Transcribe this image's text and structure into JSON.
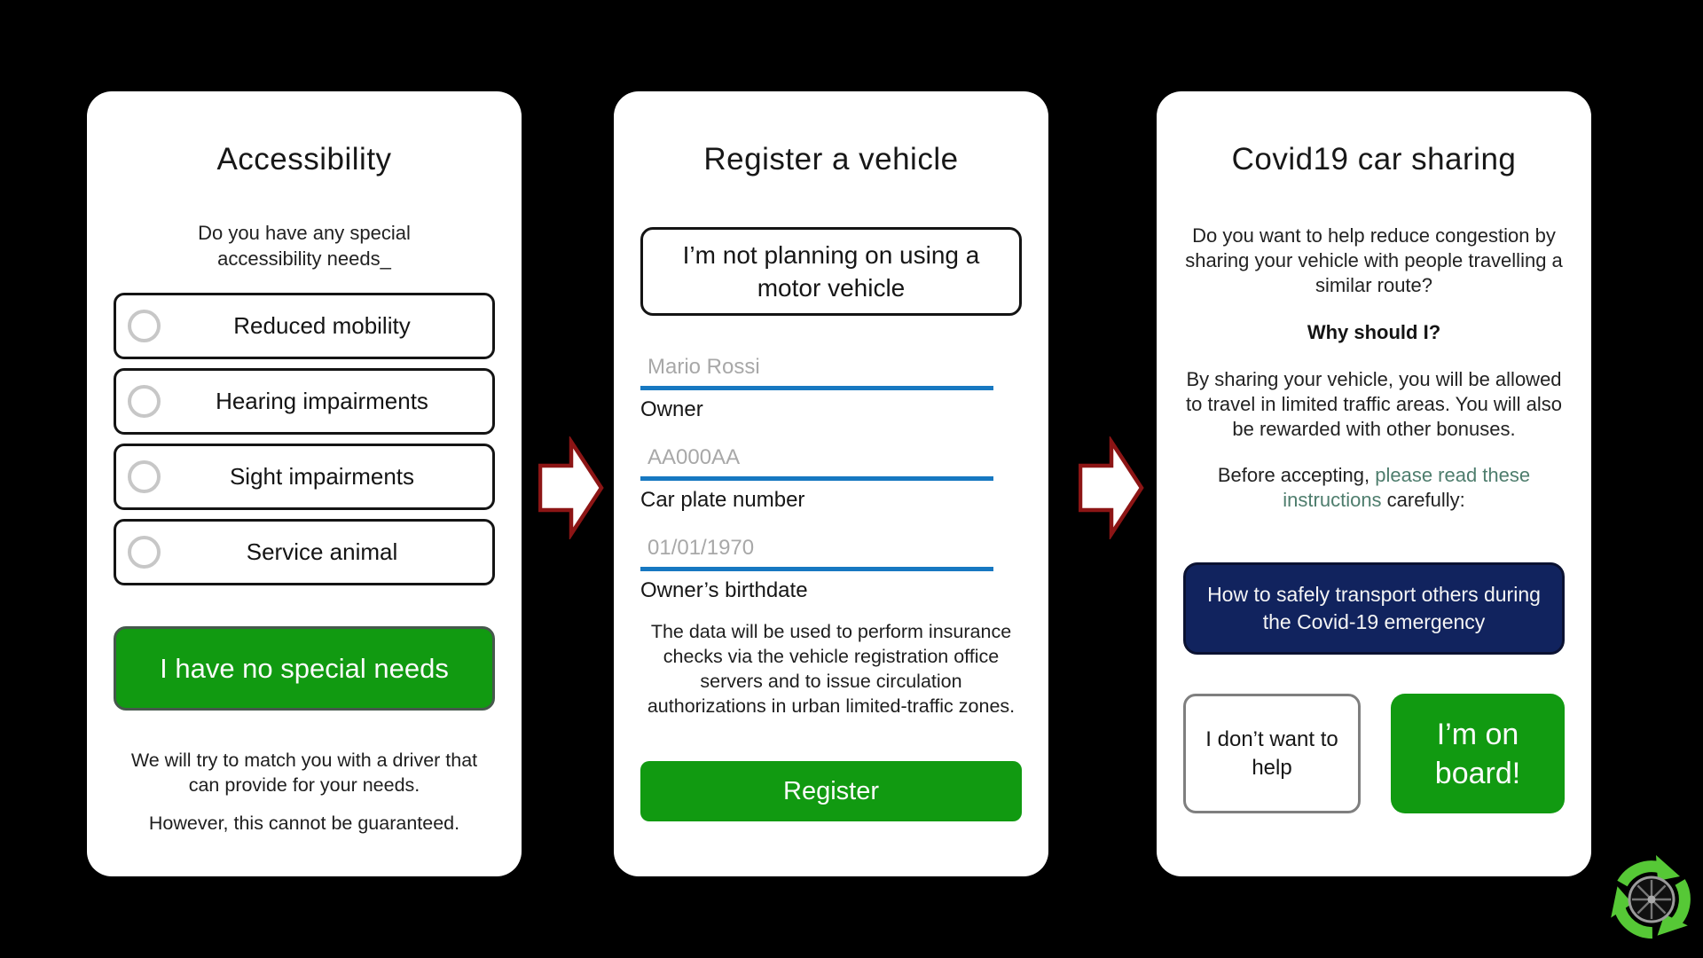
{
  "colors": {
    "background": "#000000",
    "primary_green": "#119a11",
    "navy_blue": "#11235e",
    "underline_blue": "#1778c1",
    "link_teal": "#4e7d6d",
    "arrow_outline_red": "#8c1515",
    "logo_green": "#56c836"
  },
  "cards": {
    "accessibility": {
      "title": "Accessibility",
      "question": "Do you have any special accessibility needs_",
      "options": [
        "Reduced mobility",
        "Hearing impairments",
        "Sight impairments",
        "Service animal"
      ],
      "primary_button": "I have no special needs",
      "note1": "We will try to match you with a driver that can provide for your needs.",
      "note2": "However, this cannot be guaranteed."
    },
    "register": {
      "title": "Register a vehicle",
      "skip_button": "I’m not planning on using a motor vehicle",
      "fields": [
        {
          "placeholder": "Mario Rossi",
          "label": "Owner"
        },
        {
          "placeholder": "AA000AA",
          "label": "Car plate number"
        },
        {
          "placeholder": "01/01/1970",
          "label": "Owner’s birthdate"
        }
      ],
      "disclaimer": "The data will be used to perform insurance checks via the vehicle registration office servers and to issue circulation authorizations in urban limited-traffic zones.",
      "submit_button": "Register"
    },
    "covid": {
      "title": "Covid19 car sharing",
      "question": "Do you want to help reduce congestion by sharing your vehicle with people travelling a similar route?",
      "why_heading": "Why should I?",
      "why_text": "By sharing your vehicle, you will be allowed to travel in limited traffic areas. You will also be rewarded with other bonuses.",
      "before_prefix": "Before accepting, ",
      "link_text": "please read these instructions",
      "before_suffix": " carefully:",
      "info_button": "How to safely transport others during the Covid-19 emergency",
      "decline_button": "I don’t want to help",
      "accept_button": "I’m on board!"
    }
  }
}
